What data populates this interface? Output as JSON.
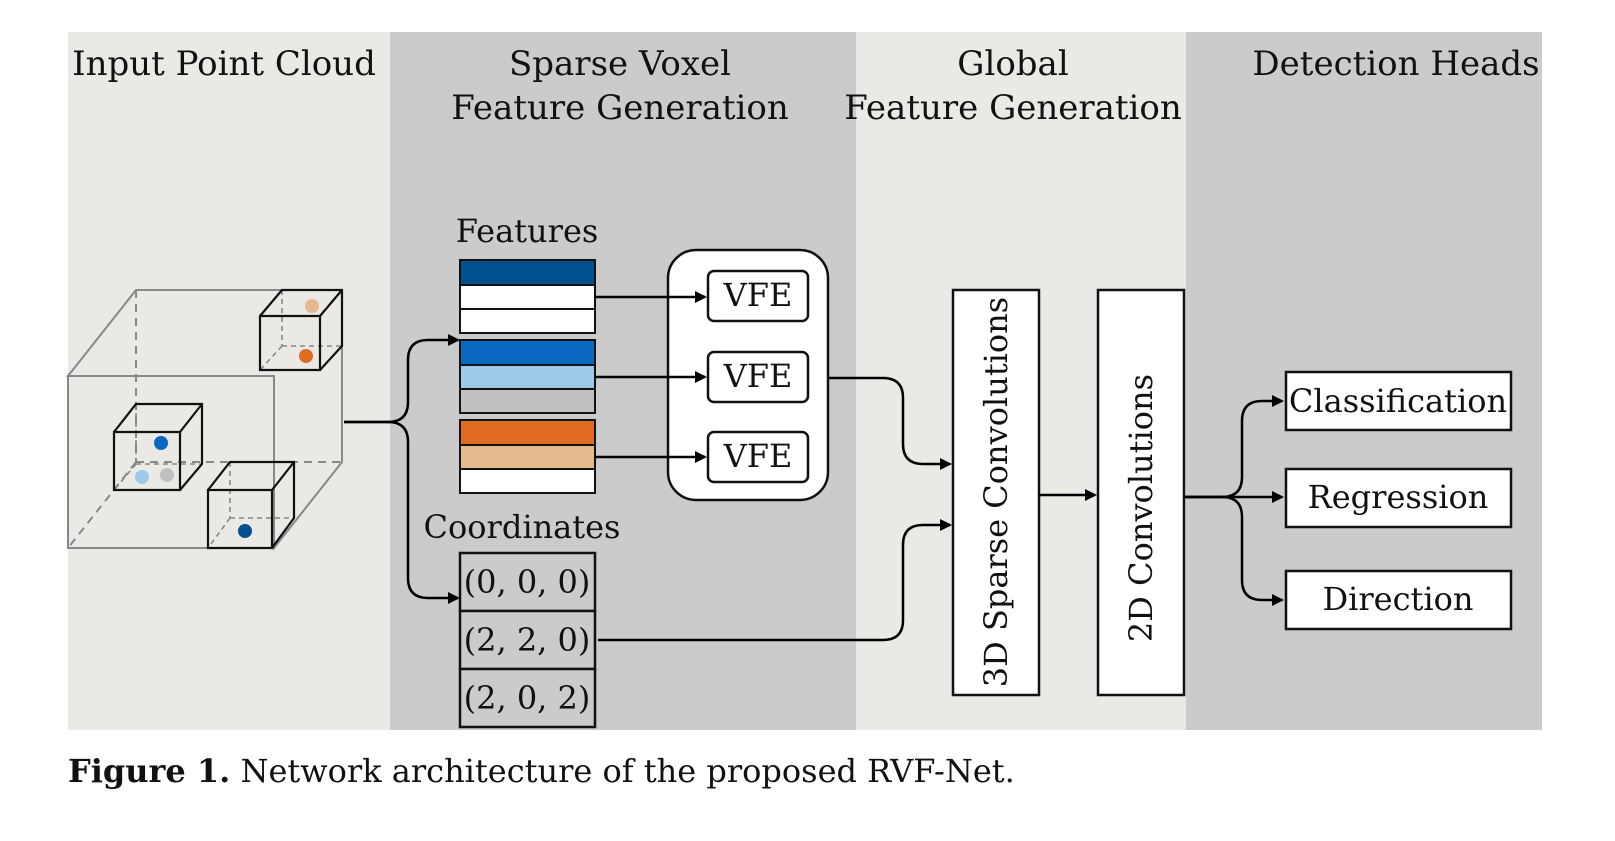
{
  "columns": {
    "input": {
      "title": "Input Point Cloud"
    },
    "sparse": {
      "title_line1": "Sparse Voxel",
      "title_line2": "Feature Generation"
    },
    "global": {
      "title_line1": "Global",
      "title_line2": "Feature Generation"
    },
    "heads": {
      "title": "Detection Heads"
    }
  },
  "features_label": "Features",
  "coordinates_label": "Coordinates",
  "vfe_label": "VFE",
  "coordinates": [
    "(0, 0, 0)",
    "(2, 2, 0)",
    "(2, 0, 2)"
  ],
  "sparse_conv_label": "3D Sparse Convolutions",
  "conv2d_label": "2D Convolutions",
  "heads": [
    "Classification",
    "Regression",
    "Direction"
  ],
  "caption": {
    "label": "Figure 1.",
    "text": " Network architecture of the proposed RVF-Net."
  },
  "colors": {
    "panel_light": "#eae9e5",
    "panel_dark": "#cbcbcb",
    "blue_dark": "#03508f",
    "blue_mid": "#0a68c0",
    "blue_light": "#9ecaea",
    "gray_point": "#c0c0c0",
    "orange": "#e06c22",
    "orange_light": "#e4b98e"
  }
}
